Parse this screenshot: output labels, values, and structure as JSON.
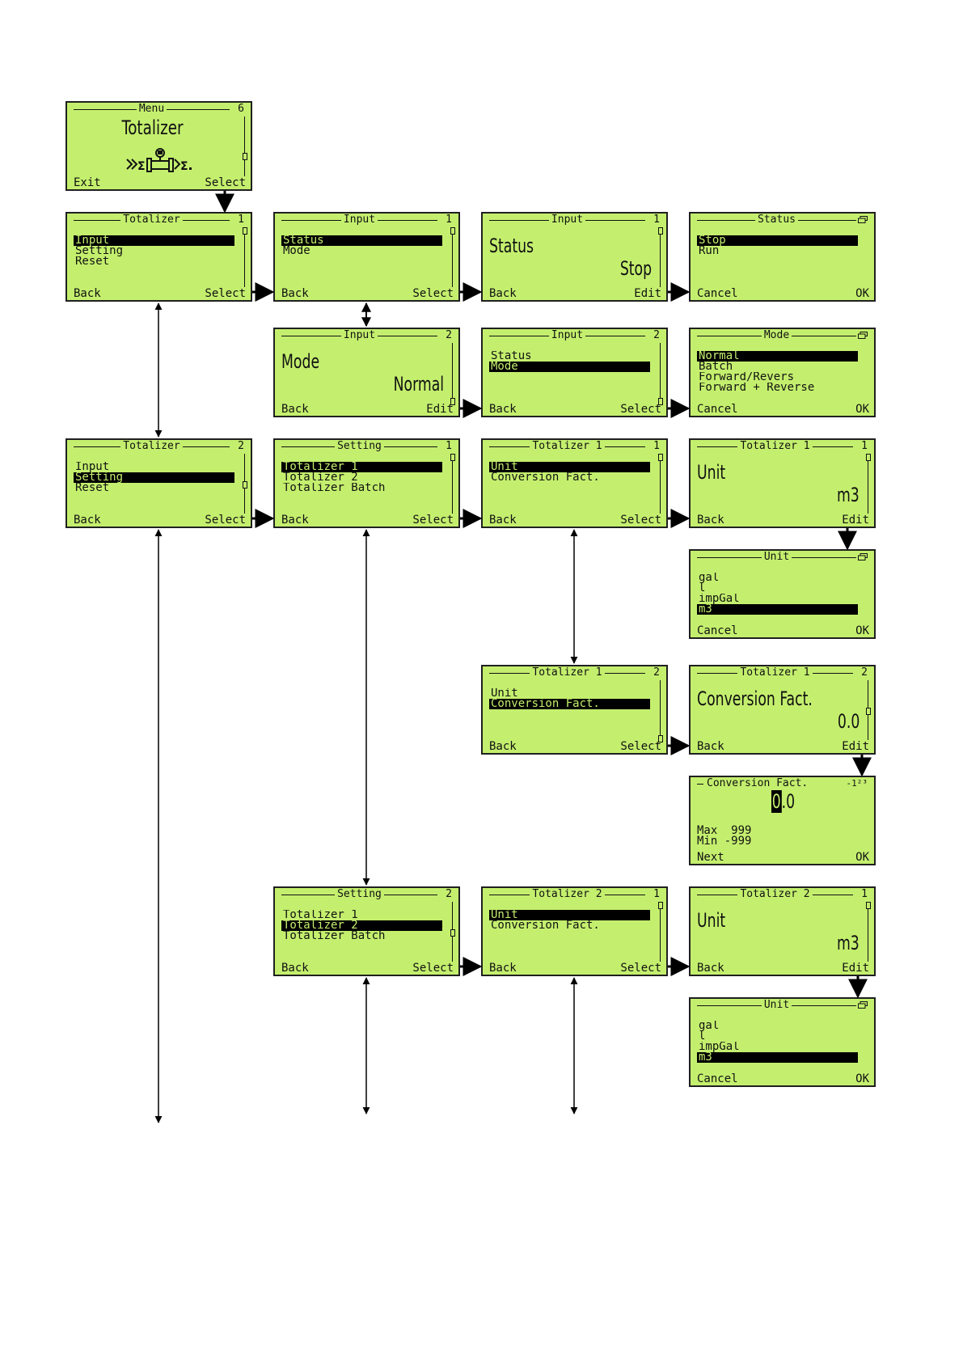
{
  "screens": {
    "menu": {
      "title": "Menu",
      "page": "6",
      "label": "Totalizer",
      "left": "Exit",
      "right": "Select"
    },
    "tot1": {
      "title": "Totalizer",
      "page": "1",
      "items": [
        "Input",
        "Setting",
        "Reset"
      ],
      "left": "Back",
      "right": "Select"
    },
    "in1": {
      "title": "Input",
      "page": "1",
      "items": [
        "Status",
        "Mode"
      ],
      "left": "Back",
      "right": "Select"
    },
    "ins1": {
      "title": "Input",
      "page": "1",
      "name": "Status",
      "value": "Stop",
      "left": "Back",
      "right": "Edit"
    },
    "status": {
      "title": "Status",
      "items": [
        "Stop",
        "Run"
      ],
      "left": "Cancel",
      "right": "OK"
    },
    "inm": {
      "title": "Input",
      "page": "2",
      "name": "Mode",
      "value": "Normal",
      "left": "Back",
      "right": "Edit"
    },
    "in2": {
      "title": "Input",
      "page": "2",
      "items": [
        "Status",
        "Mode"
      ],
      "left": "Back",
      "right": "Select"
    },
    "mode": {
      "title": "Mode",
      "items": [
        "Normal",
        "Batch",
        "Forward/Revers",
        "Forward + Reverse"
      ],
      "left": "Cancel",
      "right": "OK"
    },
    "tot2": {
      "title": "Totalizer",
      "page": "2",
      "items": [
        "Input",
        "Setting",
        "Reset"
      ],
      "left": "Back",
      "right": "Select"
    },
    "set1": {
      "title": "Setting",
      "page": "1",
      "items": [
        "Totalizer 1",
        "Totalizer 2",
        "Totalizer Batch"
      ],
      "left": "Back",
      "right": "Select"
    },
    "t1a": {
      "title": "Totalizer 1",
      "page": "1",
      "items": [
        "Unit",
        "Conversion Fact."
      ],
      "left": "Back",
      "right": "Select"
    },
    "t1u": {
      "title": "Totalizer 1",
      "page": "1",
      "name": "Unit",
      "value": "m3",
      "left": "Back",
      "right": "Edit"
    },
    "unit1": {
      "title": "Unit",
      "items": [
        "gal",
        "l",
        "impGal",
        "m3"
      ],
      "left": "Cancel",
      "right": "OK"
    },
    "t1b": {
      "title": "Totalizer 1",
      "page": "2",
      "items": [
        "Unit",
        "Conversion Fact."
      ],
      "left": "Back",
      "right": "Select"
    },
    "t1c": {
      "title": "Totalizer 1",
      "page": "2",
      "name": "Conversion Fact.",
      "value": "0.0",
      "left": "Back",
      "right": "Edit"
    },
    "conv": {
      "title": "Conversion Fact.",
      "exponent": "-1²³",
      "cursor_digit": "0",
      "rest": ".0",
      "max_line": "Max  999",
      "min_line": "Min -999",
      "left": "Next",
      "right": "OK"
    },
    "set2": {
      "title": "Setting",
      "page": "2",
      "items": [
        "Totalizer 1",
        "Totalizer 2",
        "Totalizer Batch"
      ],
      "left": "Back",
      "right": "Select"
    },
    "t2a": {
      "title": "Totalizer 2",
      "page": "1",
      "items": [
        "Unit",
        "Conversion Fact."
      ],
      "left": "Back",
      "right": "Select"
    },
    "t2u": {
      "title": "Totalizer 2",
      "page": "1",
      "name": "Unit",
      "value": "m3",
      "left": "Back",
      "right": "Edit"
    },
    "unit2": {
      "title": "Unit",
      "items": [
        "gal",
        "l",
        "impGal",
        "m3"
      ],
      "left": "Cancel",
      "right": "OK"
    }
  },
  "colors": {
    "lcd": "#c4ef6e",
    "ink": "#111111"
  },
  "icons": {
    "flowmeter": "flowmeter-totalizer-icon",
    "window": "window-icon"
  }
}
